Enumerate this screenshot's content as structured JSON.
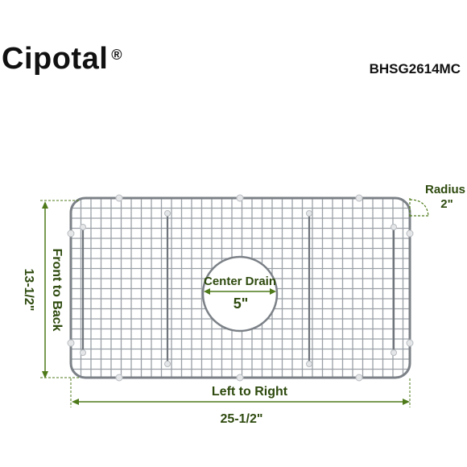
{
  "brand": {
    "name": "Cipotal",
    "registered": "®"
  },
  "model": "BHSG2614MC",
  "dimensions": {
    "radius_label": "Radius",
    "radius_value": "2\"",
    "center_drain_label": "Center Drain",
    "center_drain_value": "5\"",
    "front_to_back_label": "Front to Back",
    "front_to_back_value": "13-1/2\"",
    "left_to_right_label": "Left to Right",
    "left_to_right_value": "25-1/2\""
  },
  "colors": {
    "dimension": "#4e7a1a",
    "dimension_text": "#2e4a0e",
    "wire": "#8f959b",
    "frame": "#7b8187"
  }
}
